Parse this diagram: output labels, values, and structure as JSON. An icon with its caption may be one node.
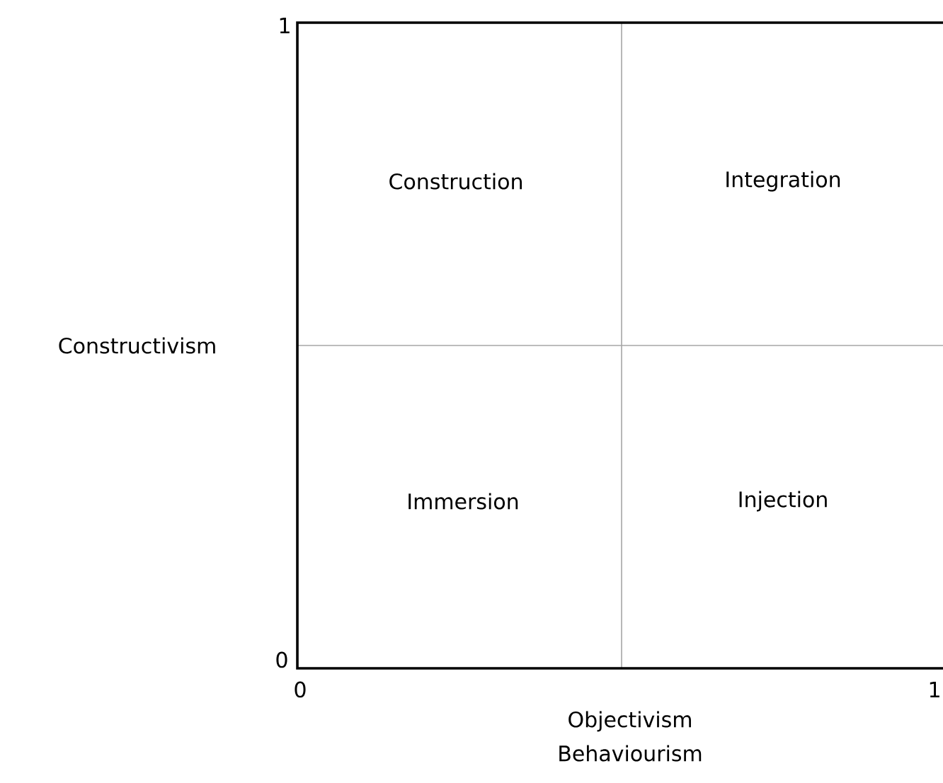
{
  "diagram": {
    "labels": [
      "1",
      "Construction",
      "Integration",
      "Constructivism",
      "Immersion",
      "Injection",
      "0",
      "0",
      "1",
      "Objectivism Behaviourism"
    ]
  }
}
